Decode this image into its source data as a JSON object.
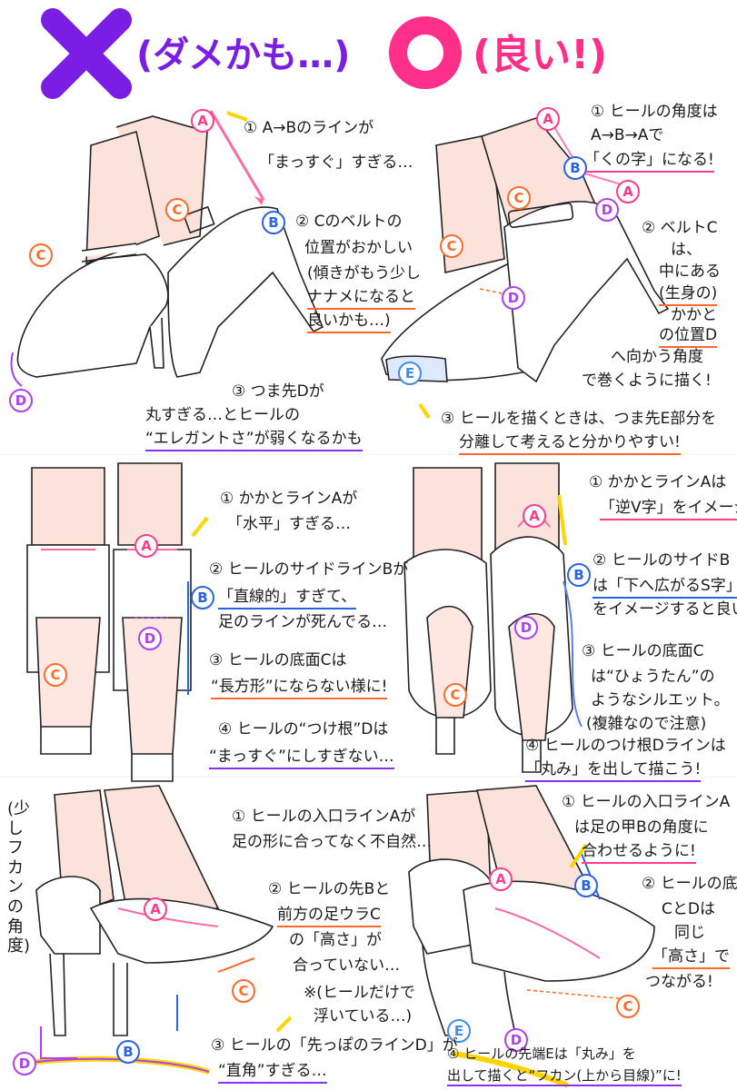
{
  "header": {
    "bad_title": "(ダメかも…)",
    "good_title": "(良い!)",
    "bad_symbol": "cross",
    "good_symbol": "circle",
    "bad_color": "#7a1ee6",
    "good_color": "#ff2f8a"
  },
  "markers": {
    "a": "A",
    "b": "B",
    "c": "C",
    "d": "D",
    "e": "E"
  },
  "sections": {
    "side_bad": {
      "note1_l1": "① A→Bのラインが",
      "note1_l2": "「まっすぐ」すぎる…",
      "note2_l1": "② Cのベルトの",
      "note2_l2": "位置がおかしい",
      "note2_l3": "(傾きがもう少し",
      "note2_l4": "ナナメになると",
      "note2_l5": "良いかも…)",
      "note3_l1": "③ つま先Dが",
      "note3_l2": "丸すぎる…とヒールの",
      "note3_l3": "“エレガントさ”が弱くなるかも"
    },
    "side_good": {
      "note1_l1": "① ヒールの角度は",
      "note1_l2": "A→B→Aで",
      "note1_l3": "「くの字」になる!",
      "note2_l1": "② ベルトC",
      "note2_l2": "は、",
      "note2_l3": "中にある",
      "note2_l4": "(生身の)",
      "note2_l5": "かかと",
      "note2_l6": "の位置D",
      "note2_l7": "へ向かう角度",
      "note2_l8": "で巻くように描く!",
      "note3": "③ ヒールを描くときは、つま先E部分を",
      "note3_l2": "分離して考えると分かりやすい!"
    },
    "back_bad": {
      "note1_l1": "① かかとラインAが",
      "note1_l2": "「水平」すぎる…",
      "note2_l1": "② ヒールのサイドラインBが",
      "note2_l2": "「直線的」すぎて、",
      "note2_l3": "足のラインが死んでる…",
      "note3_l1": "③ ヒールの底面Cは",
      "note3_l2": "“長方形”にならない様に!",
      "note4_l1": "④ ヒールの“つけ根”Dは",
      "note4_l2": "“まっすぐ”にしすぎない…"
    },
    "back_good": {
      "note1_l1": "① かかとラインAは",
      "note1_l2": "「逆V字」をイメージ!",
      "note2_l1": "② ヒールのサイドB",
      "note2_l2": "は「下へ広がるS字」",
      "note2_l3": "をイメージすると良い!",
      "note3_l1": "③ ヒールの底面C",
      "note3_l2": "は“ひょうたん”の",
      "note3_l3": "ようなシルエット。",
      "note3_l4": "(複雑なので注意)",
      "note4_l1": "④ ヒールのつけ根Dラインは",
      "note4_l2": "「丸み」を出して描こう!"
    },
    "angle_label": "(少しフカンの角度)",
    "angle_bad": {
      "note1_l1": "① ヒールの入口ラインAが",
      "note1_l2": "足の形に合ってなく不自然…",
      "note2_l1": "② ヒールの先Bと",
      "note2_l2": "前方の足ウラC",
      "note2_l3": "の「高さ」が",
      "note2_l4": "合っていない…",
      "note2_l5": "※(ヒールだけで",
      "note2_l6": "浮いている…)",
      "note3_l1": "③ ヒールの「先っぽのラインD」が",
      "note3_l2": "“直角”すぎる…"
    },
    "angle_good": {
      "note1_l1": "① ヒールの入口ラインA",
      "note1_l2": "は足の甲Bの角度に",
      "note1_l3": "合わせるように!",
      "note2_l1": "② ヒールの底",
      "note2_l2": "CとDは",
      "note2_l3": "同じ",
      "note2_l4": "「高さ」で",
      "note2_l5": "つながる!",
      "note4_l1": "④ ヒールの先端Eは「丸み」を",
      "note4_l2": "出して描くと“フカン(上から目線)”に!"
    }
  }
}
